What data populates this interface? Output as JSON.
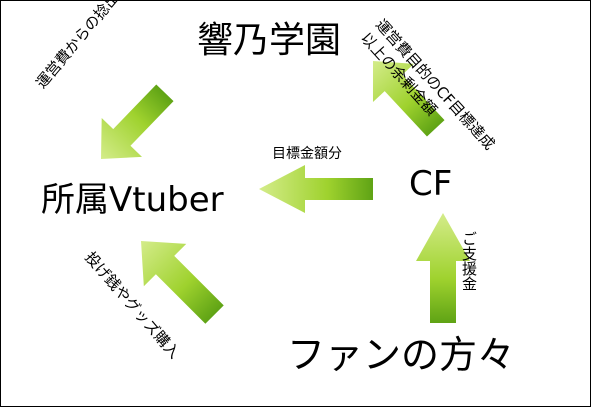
{
  "nodes": {
    "school": "響乃学園",
    "vtuber": "所属Vtuber",
    "cf": "CF",
    "fans": "ファンの方々"
  },
  "edges": {
    "school_to_vtuber": "運営費からの捻出",
    "cf_to_school": "運営費目的のCF目標達成以上の余剰金額",
    "cf_to_vtuber": "目標金額分",
    "fans_to_cf": "ご支援金",
    "fans_to_vtuber": "投げ銭やグッズ購入"
  },
  "colors": {
    "arrow_light": "#d4ec8a",
    "arrow_mid": "#9fd22e",
    "arrow_dark": "#5fa315",
    "text": "#000000"
  }
}
